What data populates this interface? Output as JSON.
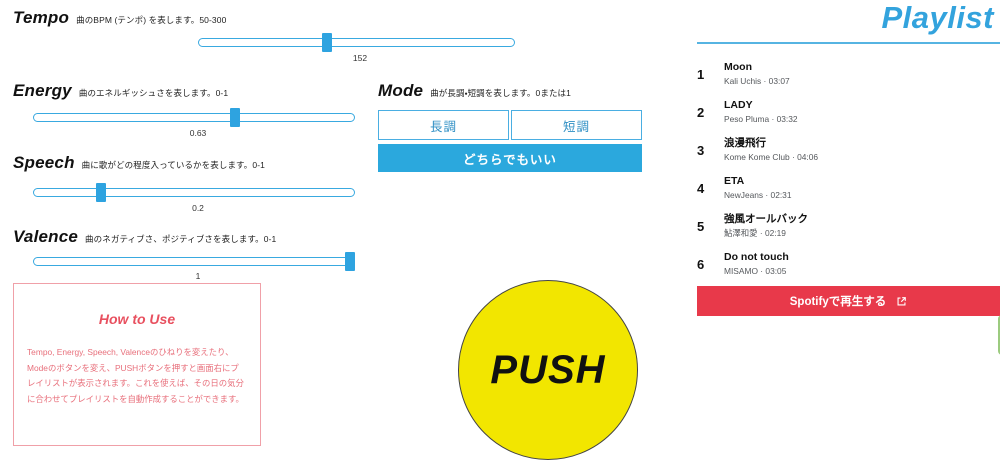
{
  "controls": {
    "sliders": [
      {
        "name": "tempo",
        "title": "Tempo",
        "desc": "曲のBPM (テンポ) を表します。50-300",
        "value": "152",
        "min": 50,
        "max": 300,
        "numeric": 152,
        "fraction": 0.408
      },
      {
        "name": "energy",
        "title": "Energy",
        "desc": "曲のエネルギッシュさを表します。0-1",
        "value": "0.63",
        "min": 0,
        "max": 1,
        "numeric": 0.63,
        "fraction": 0.63
      },
      {
        "name": "speech",
        "title": "Speech",
        "desc": "曲に歌がどの程度入っているかを表します。0-1",
        "value": "0.2",
        "min": 0,
        "max": 1,
        "numeric": 0.2,
        "fraction": 0.2
      },
      {
        "name": "valence",
        "title": "Valence",
        "desc": "曲のネガティブさ、ポジティブさを表します。0-1",
        "value": "1",
        "min": 0,
        "max": 1,
        "numeric": 1,
        "fraction": 1
      }
    ],
    "mode": {
      "title": "Mode",
      "desc": "曲が長調・短調を表します。0または1",
      "major_label": "長調",
      "minor_label": "短調",
      "either_label": "どちらでもいい",
      "selected": "either"
    },
    "howto": {
      "title": "How to Use",
      "body": "Tempo, Energy, Speech, Valenceのひねりを変えたり、Modeのボタンを変え、PUSHボタンを押すと画面右にプレイリストが表示されます。これを使えば、その日の気分に合わせてプレイリストを自動作成することができます。"
    },
    "push": {
      "label": "PUSH"
    }
  },
  "playlist": {
    "title": "Playlist",
    "accent_color": "#33a3dd",
    "tracks": [
      {
        "num": "1",
        "song": "Moon",
        "sub": "Kali Uchis · 03:07"
      },
      {
        "num": "2",
        "song": "LADY",
        "sub": "Peso Pluma · 03:32"
      },
      {
        "num": "3",
        "song": "浪漫飛行",
        "sub": "Kome Kome Club · 04:06"
      },
      {
        "num": "4",
        "song": "ETA",
        "sub": "NewJeans · 02:31"
      },
      {
        "num": "5",
        "song": "強風オールバック",
        "sub": "鮎澤和愛 · 02:19"
      },
      {
        "num": "6",
        "song": "Do not touch",
        "sub": "MISAMO · 03:05"
      }
    ],
    "spotify_button": {
      "label": "Spotifyで再生する",
      "icon": "external-link-icon",
      "color": "#e8394a"
    }
  }
}
